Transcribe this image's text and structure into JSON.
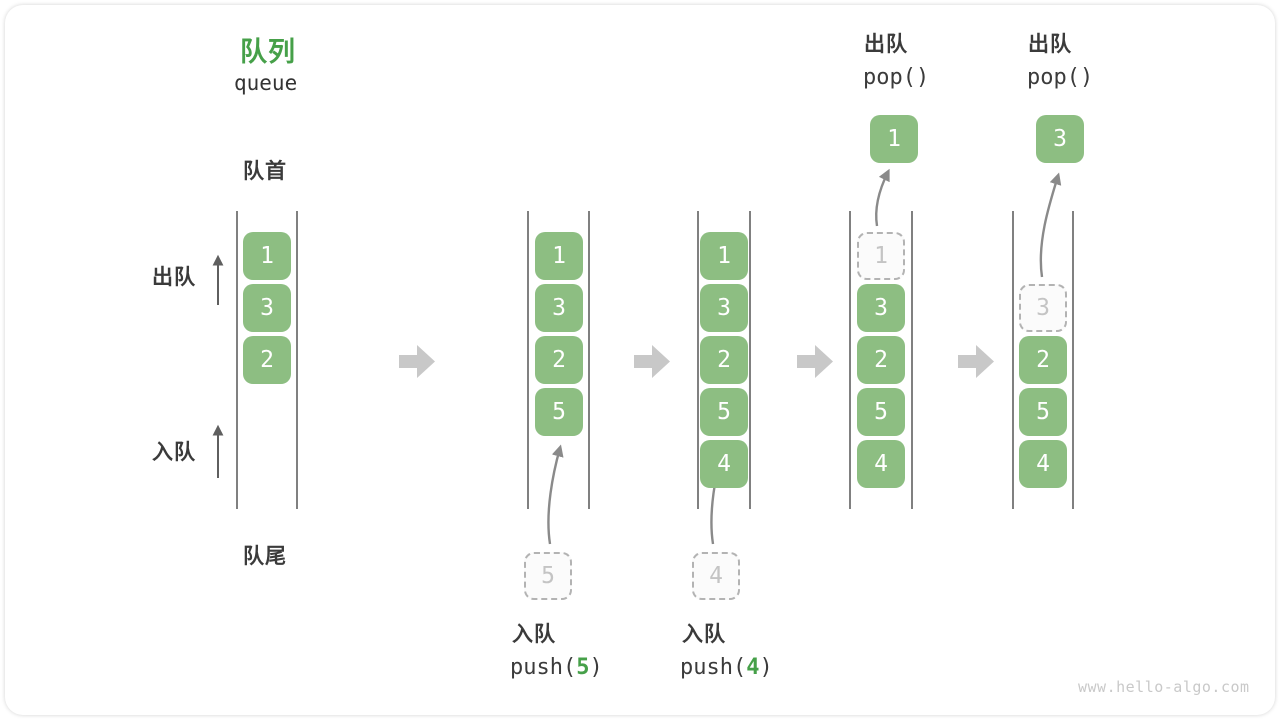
{
  "title": {
    "zh": "队列",
    "en": "queue"
  },
  "side_labels": {
    "front": "队首",
    "rear": "队尾",
    "dequeue": "出队",
    "enqueue": "入队"
  },
  "colors": {
    "accent_green": "#46a049",
    "cell_green": "#8dbe82",
    "ghost_gray": "#c4c4c4",
    "flow_arrow_gray": "#c8c8c8"
  },
  "columns": [
    {
      "cells": [
        {
          "value": "1",
          "style": "green"
        },
        {
          "value": "3",
          "style": "green"
        },
        {
          "value": "2",
          "style": "green"
        }
      ]
    },
    {
      "cells": [
        {
          "value": "1",
          "style": "green"
        },
        {
          "value": "3",
          "style": "green"
        },
        {
          "value": "2",
          "style": "green"
        },
        {
          "value": "5",
          "style": "green"
        }
      ]
    },
    {
      "cells": [
        {
          "value": "1",
          "style": "green"
        },
        {
          "value": "3",
          "style": "green"
        },
        {
          "value": "2",
          "style": "green"
        },
        {
          "value": "5",
          "style": "green"
        },
        {
          "value": "4",
          "style": "green"
        }
      ]
    },
    {
      "cells": [
        {
          "value": "1",
          "style": "dashed"
        },
        {
          "value": "3",
          "style": "green"
        },
        {
          "value": "2",
          "style": "green"
        },
        {
          "value": "5",
          "style": "green"
        },
        {
          "value": "4",
          "style": "green"
        }
      ]
    },
    {
      "cells": [
        {
          "value": "3",
          "style": "dashed"
        },
        {
          "value": "2",
          "style": "green"
        },
        {
          "value": "5",
          "style": "green"
        },
        {
          "value": "4",
          "style": "green"
        }
      ]
    }
  ],
  "push_ops": [
    {
      "label": "入队",
      "code_before": "push(",
      "arg": "5",
      "code_after": ")",
      "staged_value": "5"
    },
    {
      "label": "入队",
      "code_before": "push(",
      "arg": "4",
      "code_after": ")",
      "staged_value": "4"
    }
  ],
  "pop_ops": [
    {
      "label": "出队",
      "code": "pop()",
      "popped_value": "1"
    },
    {
      "label": "出队",
      "code": "pop()",
      "popped_value": "3"
    }
  ],
  "watermark": "www.hello-algo.com"
}
